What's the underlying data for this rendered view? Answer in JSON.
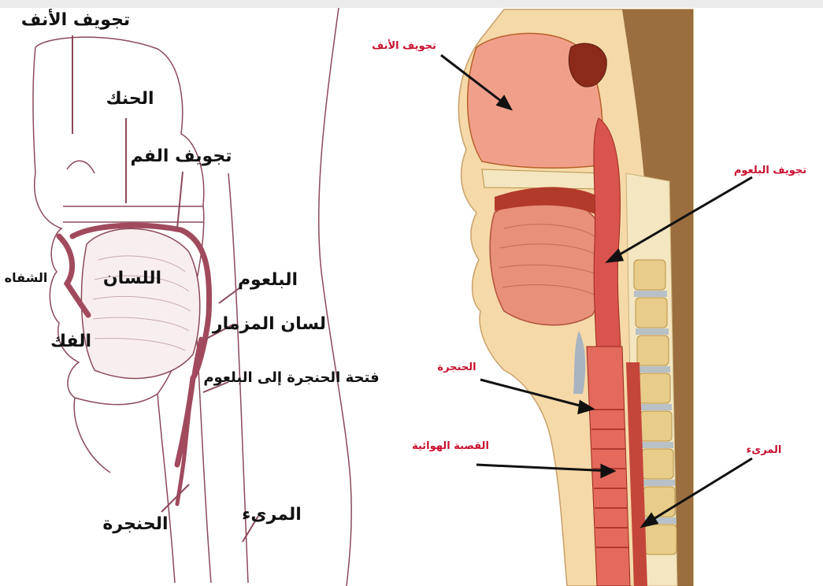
{
  "left_diagram": {
    "labels": {
      "nasal_cavity": "تجويف الأنف",
      "palate": "الحنك",
      "oral_cavity": "تجويف الفم",
      "lips": "الشفاه",
      "tongue": "اللسان",
      "jaw": "الفك",
      "pharynx": "البلعوم",
      "epiglottis": "لسان المزمار",
      "larynx_opening": "فتحة الحنجرة إلى البلعوم",
      "esophagus": "المرىء",
      "larynx": "الحنجرة"
    }
  },
  "right_diagram": {
    "labels": {
      "nasal_cavity": "تجويف الأنف",
      "pharynx_cavity": "تجويف البلعوم",
      "larynx": "الحنجرة",
      "trachea": "القصبة الهوائية",
      "esophagus": "المرىء"
    }
  },
  "colors": {
    "left_outline": "#8b4a5a",
    "left_tube": "#a14a5e",
    "right_label": "#c8102e",
    "tissue_red": "#d9534f",
    "tissue_pink": "#f0a08a",
    "skin": "#f5d9a8",
    "bone": "#f3e6c0"
  }
}
